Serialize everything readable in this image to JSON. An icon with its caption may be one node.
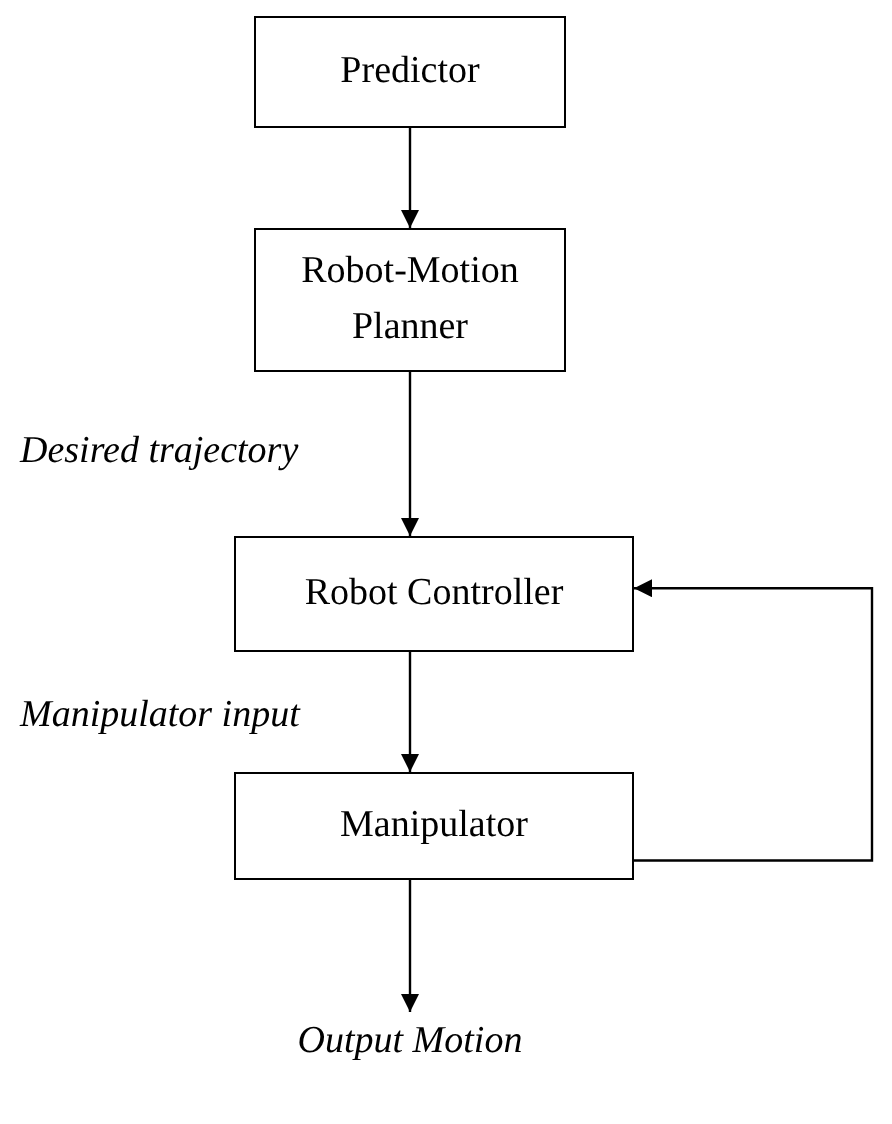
{
  "diagram": {
    "nodes": [
      {
        "text": [
          "Predictor"
        ]
      },
      {
        "text": [
          "Robot-Motion Planner"
        ]
      },
      {
        "text": [
          "Robot Controller"
        ]
      },
      {
        "text": [
          "Manipulator"
        ]
      },
      {
        "text": [
          "Output Motion"
        ]
      }
    ],
    "edges": [
      {
        "from": 0,
        "to": 1,
        "arrow": "to"
      },
      {
        "from": 1,
        "to": 2,
        "arrow": "to",
        "label": "Desired trajectory"
      },
      {
        "from": 2,
        "to": 3,
        "arrow": "to",
        "label": "Manipulator input"
      },
      {
        "from": 3,
        "to": 4,
        "arrow": "to"
      },
      {
        "from": 3,
        "to": 2,
        "arrow": "to"
      }
    ]
  }
}
